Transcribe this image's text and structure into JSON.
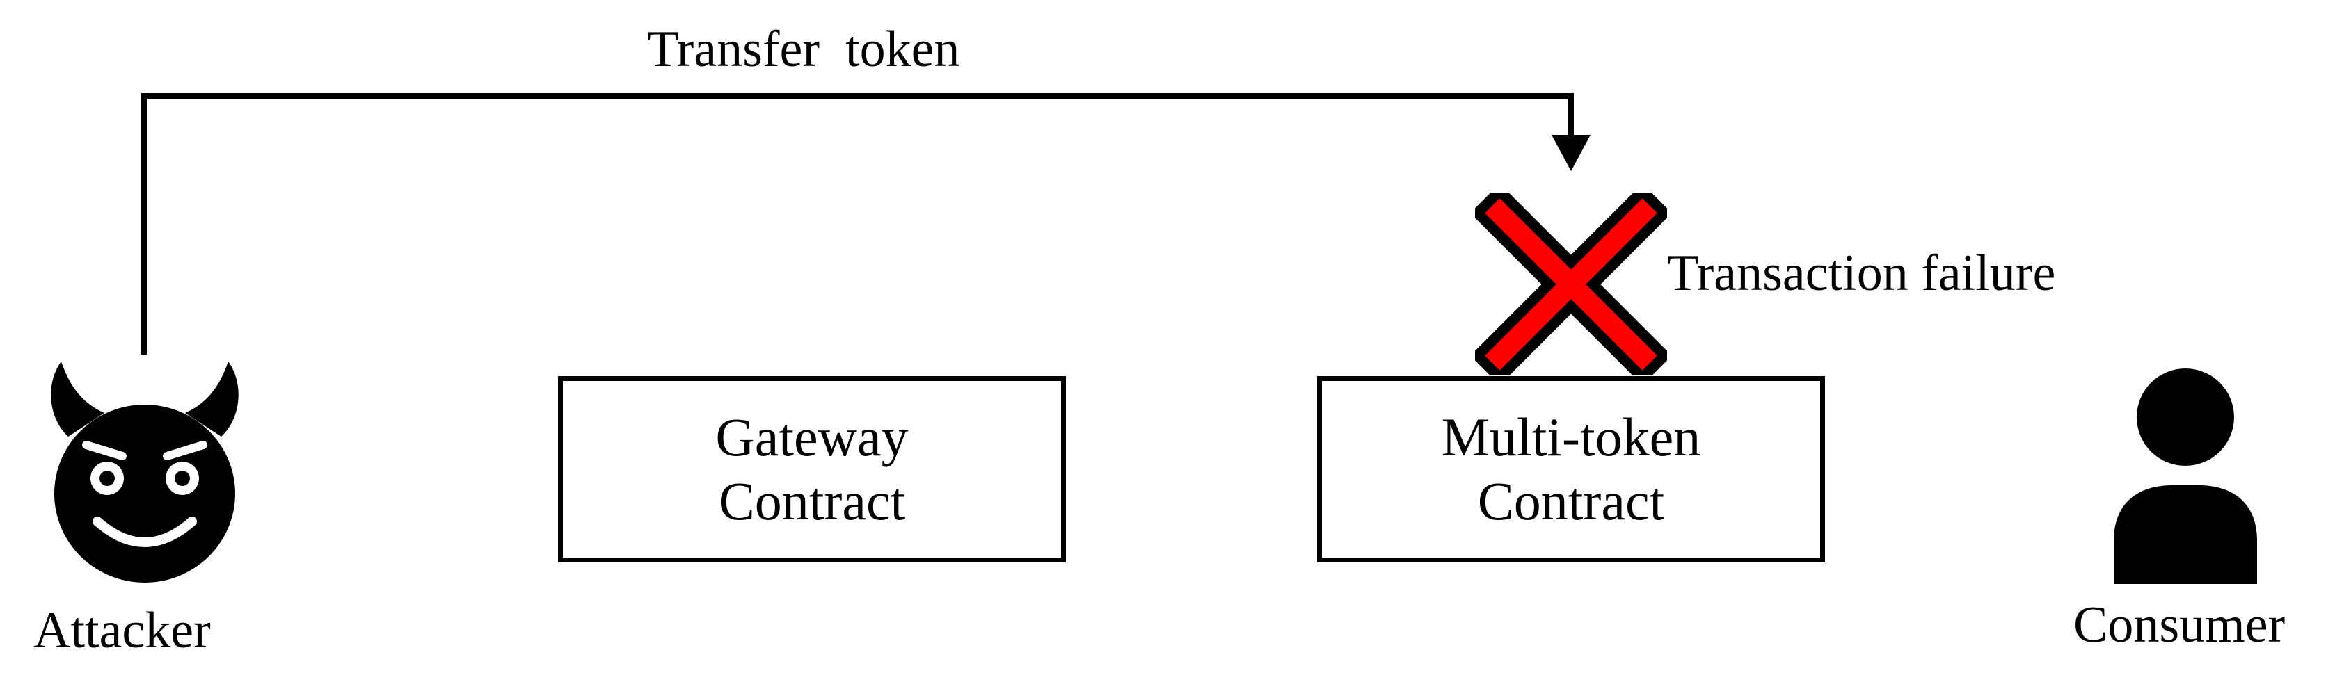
{
  "arrow": {
    "label": "Transfer  token"
  },
  "failure": {
    "label": "Transaction failure",
    "icon": "cross-icon",
    "colors": {
      "fill": "#ff0000",
      "outline": "#000000"
    }
  },
  "boxes": {
    "gateway": {
      "line1": "Gateway",
      "line2": "Contract"
    },
    "multitoken": {
      "line1": "Multi-token",
      "line2": "Contract"
    }
  },
  "actors": {
    "attacker": {
      "label": "Attacker",
      "icon": "devil-icon"
    },
    "consumer": {
      "label": "Consumer",
      "icon": "user-icon"
    }
  }
}
